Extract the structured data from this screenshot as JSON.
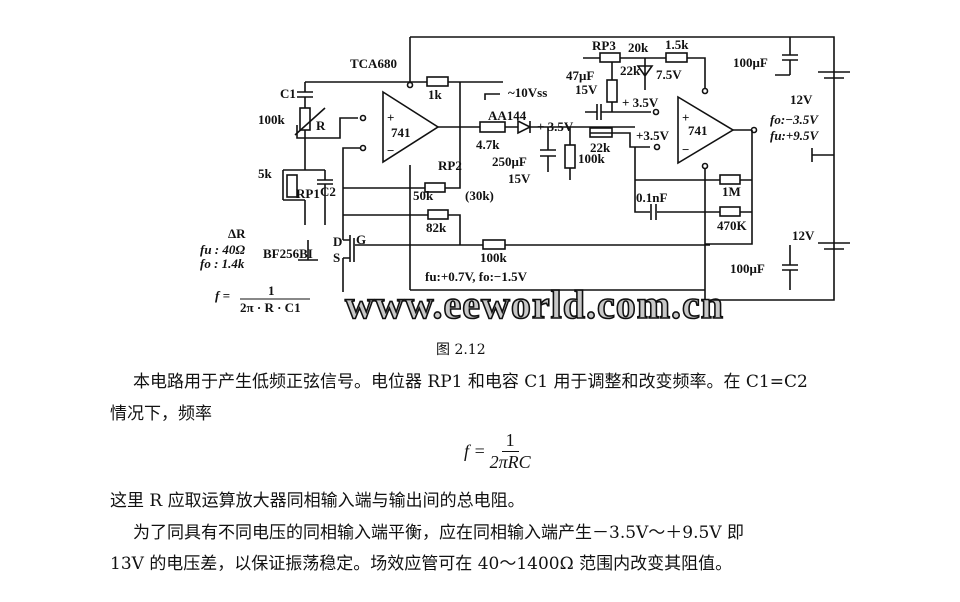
{
  "diagram": {
    "ic_label": "TCA680",
    "opamp1": {
      "model": "741",
      "plus": "+",
      "minus": "−"
    },
    "opamp2": {
      "model": "741",
      "plus": "+",
      "minus": "−"
    },
    "components": {
      "c1": "C1",
      "r_100k": "100k",
      "r_label": "R",
      "rp1_5k": "5k",
      "rp1": "RP1",
      "c2": "C2",
      "r_1k": "1k",
      "vss": "~10Vss",
      "diode": "AA144",
      "r_4k7": "4.7k",
      "v35_a": "+ 3.5V",
      "cap_250": "250μF",
      "cap_250_v": "15V",
      "r_100k_b": "100k",
      "rp2": "RP2",
      "rp2_50k": "50k",
      "rp2_30k": "(30k)",
      "r_82k": "82k",
      "r_100k_c": "100k",
      "fu_fo": "fu:+0.7V, fo:−1.5V",
      "rp3": "RP3",
      "r_20k": "20k",
      "r_1k5": "1.5k",
      "cap_47": "47μF",
      "cap_47_v": "15V",
      "r_22k_v": "22k",
      "zener": "7.5V",
      "v35_b": "+ 3.5V",
      "r_22k": "22k",
      "v35_c": "+3.5V",
      "cap_01n": "0.1nF",
      "r_1m": "1M",
      "r_470k": "470K",
      "cap_100_top": "100μF",
      "cap_100_bot": "100μF",
      "bat_top": "12V",
      "bat_bot": "12V",
      "fo_out": "fo:−3.5V",
      "fu_out": "fu:+9.5V",
      "delta_r": "ΔR",
      "fu_40": "fu : 40Ω",
      "fo_14k": "fo : 1.4k",
      "fet": "BF256BI",
      "fet_d": "D",
      "fet_g": "G",
      "fet_s": "S",
      "formula_f": "f =",
      "formula_num": "1",
      "formula_den": "2π · R · C1"
    },
    "watermark": "www.eeworld.com.cn"
  },
  "caption": "图 2.12",
  "paragraphs": {
    "p1": "本电路用于产生低频正弦信号。电位器 RP1 和电容 C1 用于调整和改变频率。在 C1=C2",
    "p2": "情况下，频率",
    "formula_lhs": "f =",
    "formula_num": "1",
    "formula_den": "2πRC",
    "p3": "这里 R 应取运算放大器同相输入端与输出间的总电阻。",
    "p4": "为了同具有不同电压的同相输入端平衡，应在同相输入端产生－3.5V～＋9.5V 即",
    "p5": "13V 的电压差，以保证振荡稳定。场效应管可在 40～1400Ω 范围内改变其阻值。"
  }
}
